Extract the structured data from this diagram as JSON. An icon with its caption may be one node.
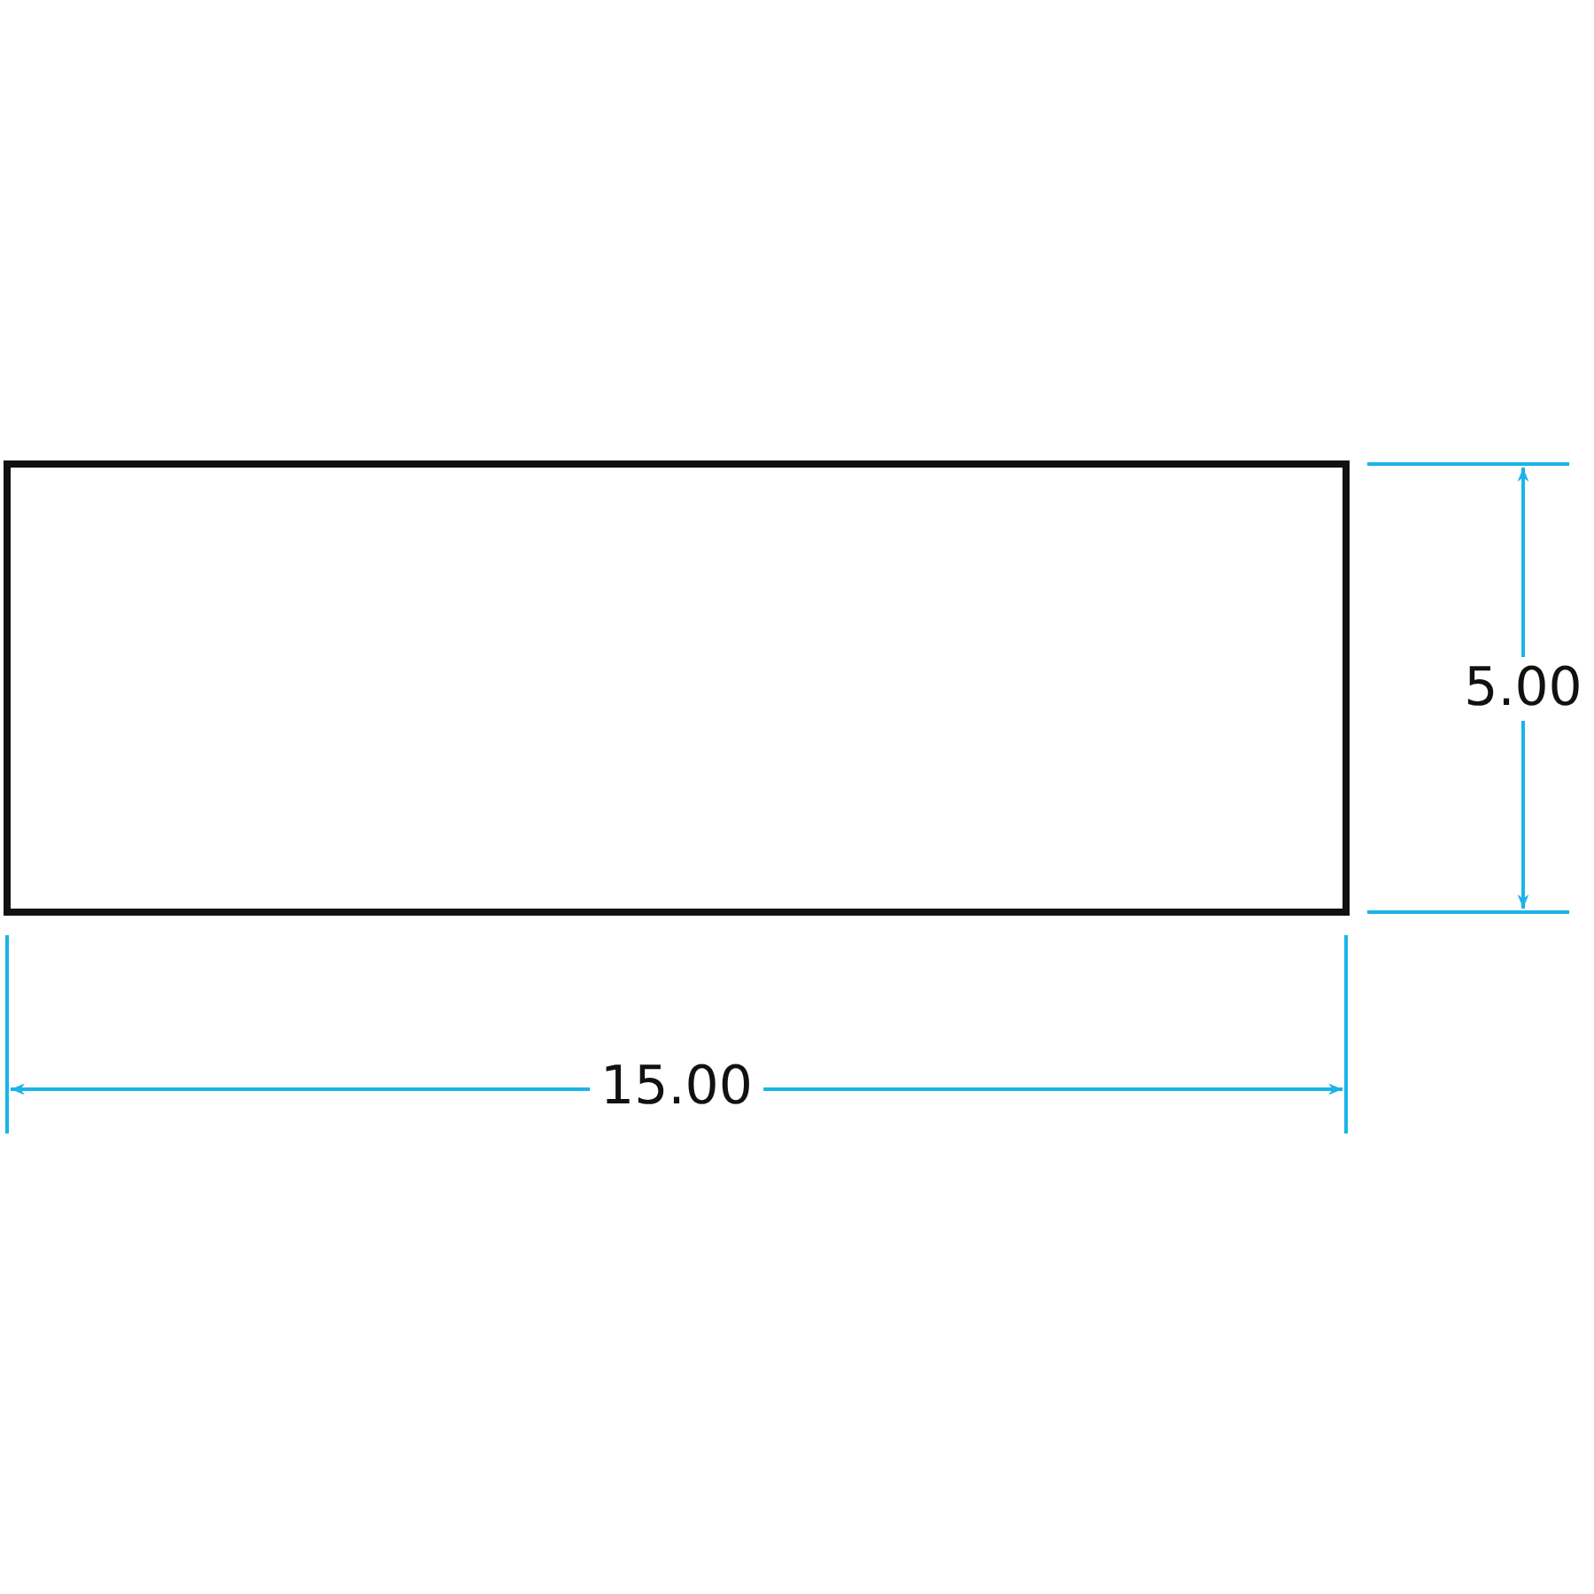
{
  "diagram": {
    "nodes": [
      {
        "text": [],
        "shape": "box"
      }
    ],
    "labels": [
      "5.00",
      "15.00"
    ]
  }
}
